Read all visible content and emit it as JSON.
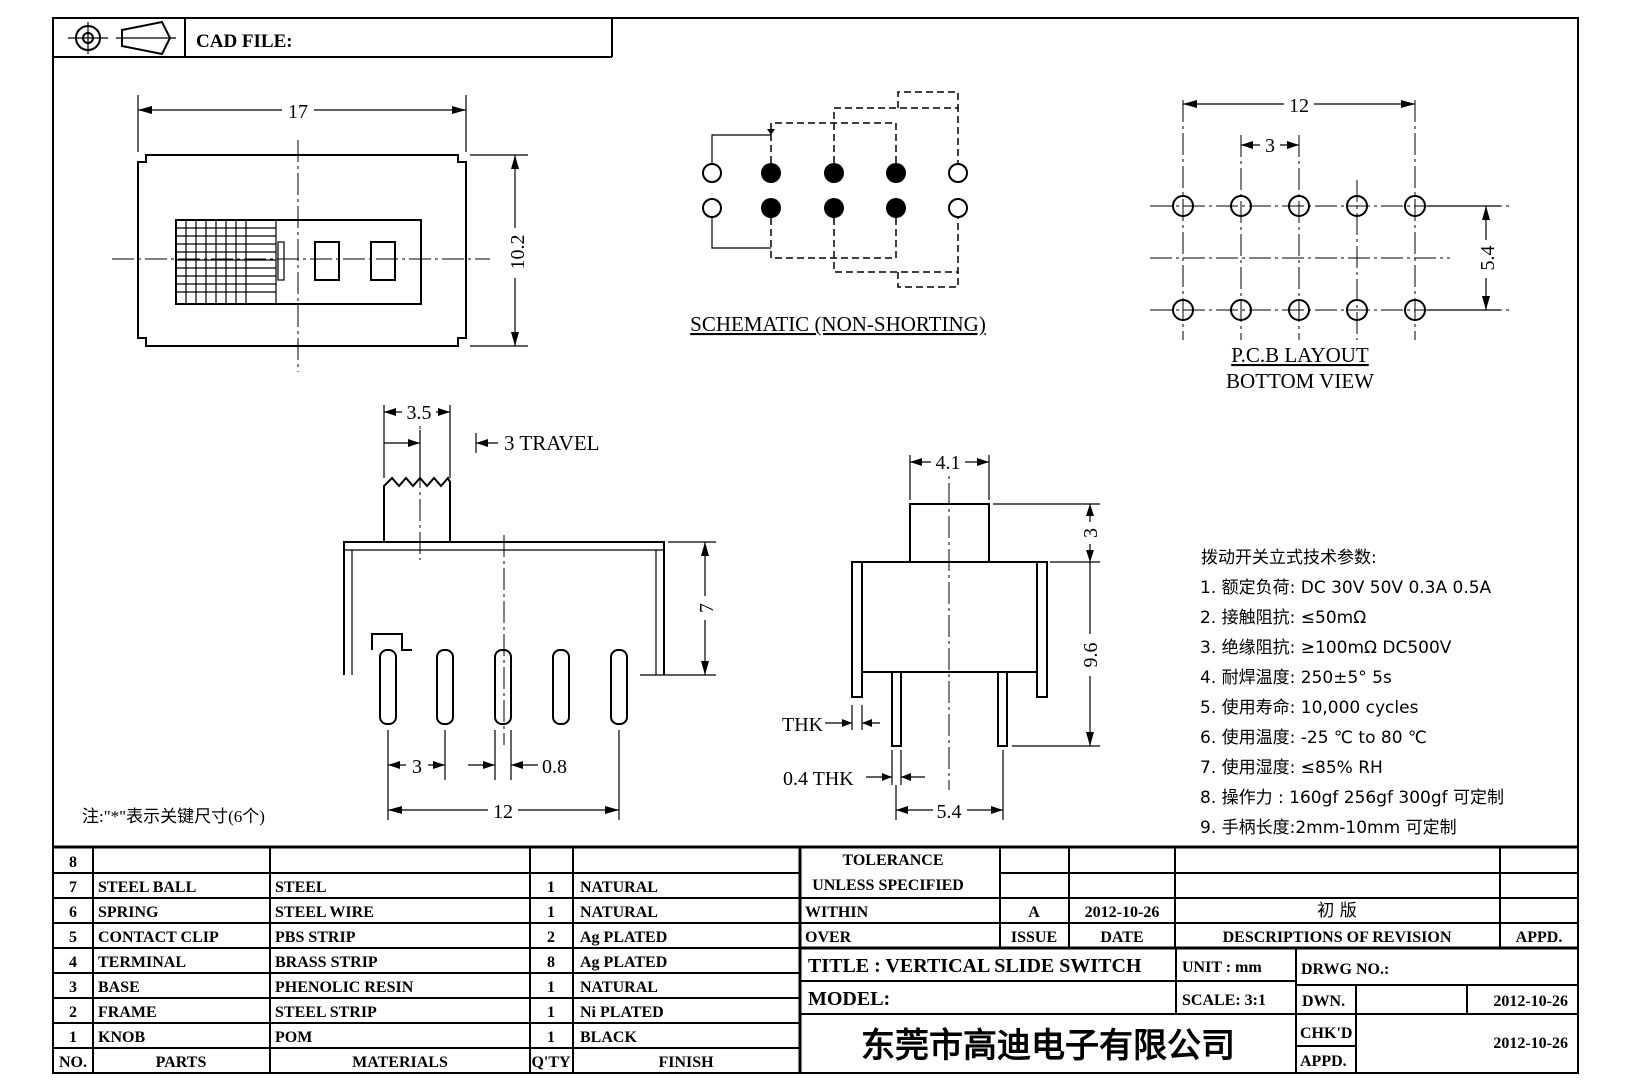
{
  "header": {
    "cad_file_label": "CAD FILE:"
  },
  "top_view": {
    "dim_length": "17",
    "dim_height": "10.2"
  },
  "schematic": {
    "caption": "SCHEMATIC (NON-SHORTING)"
  },
  "pcb": {
    "dim_span": "12",
    "dim_pitch": "3",
    "dim_rows": "5.4",
    "caption_line1": "P.C.B LAYOUT",
    "caption_line2": "BOTTOM VIEW"
  },
  "front_view": {
    "dim_knob": "3.5",
    "travel": "3 TRAVEL",
    "dim_height": "7",
    "dim_pitch": "3",
    "dim_pin": "0.8",
    "dim_span": "12"
  },
  "side_view": {
    "dim_knob_width": "4.1",
    "dim_knob_height": "3",
    "dim_total": "9.6",
    "thk_label": "THK",
    "thk_label2": "0.4  THK",
    "dim_pin_span": "5.4"
  },
  "note": "注:\"*\"表示关键尺寸(6个)",
  "specs": {
    "title": "拨动开关立式技术参数:",
    "items": [
      "1.  额定负荷: DC 30V    50V    0.3A    0.5A",
      "2.  接触阻抗:  ≤50mΩ",
      "3.  绝缘阻抗:  ≥100mΩ   DC500V",
      "4.  耐焊温度: 250±5°  5s",
      "5.  使用寿命: 10,000 cycles",
      "6.  使用温度: -25  ℃  to 80  ℃",
      "7.  使用湿度:  ≤85% RH",
      "8.  操作力 : 160gf    256gf    300gf   可定制",
      "9.  手柄长度:2mm-10mm   可定制"
    ]
  },
  "bom": {
    "headers": [
      "NO.",
      "PARTS",
      "MATERIALS",
      "Q'TY",
      "FINISH"
    ],
    "rows": [
      [
        "8",
        "",
        "",
        "",
        ""
      ],
      [
        "7",
        "STEEL BALL",
        "STEEL",
        "1",
        "NATURAL"
      ],
      [
        "6",
        "SPRING",
        "STEEL WIRE",
        "1",
        "NATURAL"
      ],
      [
        "5",
        "CONTACT CLIP",
        "PBS STRIP",
        "2",
        "Ag PLATED"
      ],
      [
        "4",
        "TERMINAL",
        "BRASS STRIP",
        "8",
        "Ag PLATED"
      ],
      [
        "3",
        "BASE",
        "PHENOLIC RESIN",
        "1",
        "NATURAL"
      ],
      [
        "2",
        "FRAME",
        "STEEL STRIP",
        "1",
        "Ni PLATED"
      ],
      [
        "1",
        "KNOB",
        "POM",
        "1",
        "BLACK"
      ]
    ]
  },
  "title_block": {
    "tolerance": "TOLERANCE",
    "unless": "UNLESS   SPECIFIED",
    "within": "WITHIN",
    "over": "OVER",
    "issue_value": "A",
    "date_value": "2012-10-26",
    "revision_desc": "初  版",
    "issue_label": "ISSUE",
    "date_label": "DATE",
    "desc_label": "DESCRIPTIONS  OF  REVISION",
    "appd_label": "APPD.",
    "title": "TITLE :   VERTICAL  SLIDE  SWITCH",
    "unit": "UNIT :   mm",
    "drwg_no": "DRWG NO.:",
    "model": "MODEL:",
    "scale": "SCALE:   3:1",
    "dwn_label": "DWN.",
    "dwn_date": "2012-10-26",
    "chkd_label": "CHK'D",
    "chkd_date": "2012-10-26",
    "appd2_label": "APPD.",
    "company": "东莞市高迪电子有限公司"
  }
}
